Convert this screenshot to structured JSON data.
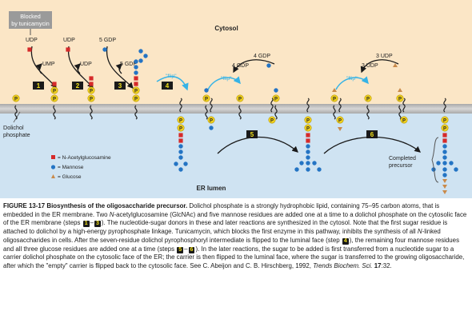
{
  "diagram": {
    "cytosol_label": "Cytosol",
    "er_lumen_label": "ER lumen",
    "blocked_label": [
      "Blocked",
      "by tunicamycin"
    ],
    "dolichol_label": [
      "Dolichol",
      "phosphate"
    ],
    "completed_label": [
      "Completed",
      "precursor"
    ],
    "flip_label": "\"flip\"",
    "p_label": "P",
    "nucleotides": {
      "udp": "UDP",
      "ump": "UMP",
      "gdp": "GDP",
      "gdp5": "5 GDP",
      "gdp4": "4 GDP",
      "udp3": "3 UDP"
    },
    "steps": [
      "1",
      "2",
      "3",
      "4",
      "5",
      "6"
    ],
    "legend": [
      {
        "label": "= N-Acetylglucosamine",
        "shape": "square",
        "color": "#d62a2a"
      },
      {
        "label": "= Mannose",
        "shape": "circle",
        "color": "#2474c4"
      },
      {
        "label": "= Glucose",
        "shape": "triangle",
        "color": "#c98a4a"
      }
    ],
    "colors": {
      "cytosol": "#fbe6c6",
      "lumen": "#cfe3f2",
      "membrane": "#bcbcbc",
      "phosphate": "#f2d21e",
      "glcnac": "#d62a2a",
      "mannose": "#2474c4",
      "glucose": "#c98a4a",
      "flip_arrow": "#36b3e6",
      "step_box": "#1a1a1a",
      "step_text": "#f4e21a"
    }
  },
  "caption": {
    "fig": "FIGURE 13-17",
    "title": "Biosynthesis of the oligosaccharide precursor.",
    "t1": " Dolichol phosphate is a strongly hydrophobic lipid, containing 75–95 carbon atoms, that is embedded in the ER membrane. Two ",
    "t1_n": "N",
    "t2": "-acetylglucosamine (GlcNAc) and five mannose residues are added one at a time to a dolichol phosphate on the cytosolic face of the ER membrane (steps ",
    "s1": "1",
    "dash": "–",
    "s3": "3",
    "t3": "). The nucleotide-sugar donors in these and later reactions are synthesized in the cytosol. Note that the first sugar residue is attached to dolichol by a high-energy pyrophosphate linkage. Tunicamycin, which blocks the first enzyme in this pathway, inhibits the synthesis of all ",
    "t3_n": "N",
    "t4": "-linked oligosaccharides in cells. After the seven-residue dolichol pyrophosphoryl intermediate is flipped to the luminal face (step ",
    "s4": "4",
    "t5": "), the remaining four mannose residues and all three glucose residues are added one at a time (steps ",
    "s5": "5",
    "s6": "6",
    "t6": "). In the later reactions, the sugar to be added is first transferred from a nucleotide sugar to a carrier dolichol phosphate on the cytosolic face of the ER; the carrier is then flipped to the luminal face, where the sugar is transferred to the growing oligosaccharide, after which the \"empty\" carrier is flipped back to the cytosolic face. See C. Abeijon and C. B. Hirschberg, 1992, ",
    "journal": "Trends Biochem. Sci.",
    "vol": "17",
    "pages": ":32."
  }
}
